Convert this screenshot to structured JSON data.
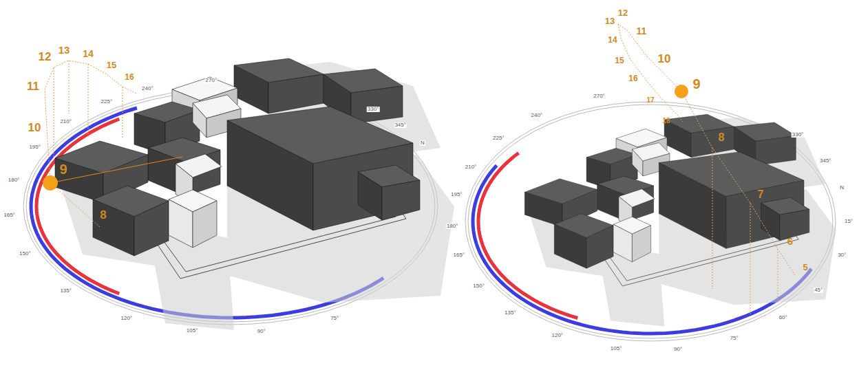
{
  "diagram": {
    "labels": [
      "11",
      "12",
      "13",
      "14",
      "15",
      "16",
      "10",
      "9",
      "8",
      "240°",
      "225°",
      "210°",
      "195°",
      "180°",
      "165°",
      "150°",
      "135°",
      "120°",
      "105°",
      "90°",
      "75°",
      "270°",
      "330°",
      "345°",
      "N",
      "12",
      "13",
      "11",
      "14",
      "10",
      "15",
      "16",
      "9",
      "17",
      "18",
      "8",
      "7",
      "6",
      "5",
      "270°",
      "240°",
      "225°",
      "210°",
      "195°",
      "180°",
      "165°",
      "150°",
      "135°",
      "120°",
      "105°",
      "90°",
      "75°",
      "60°",
      "45°",
      "30°",
      "15°",
      "N",
      "345°",
      "330°"
    ]
  }
}
